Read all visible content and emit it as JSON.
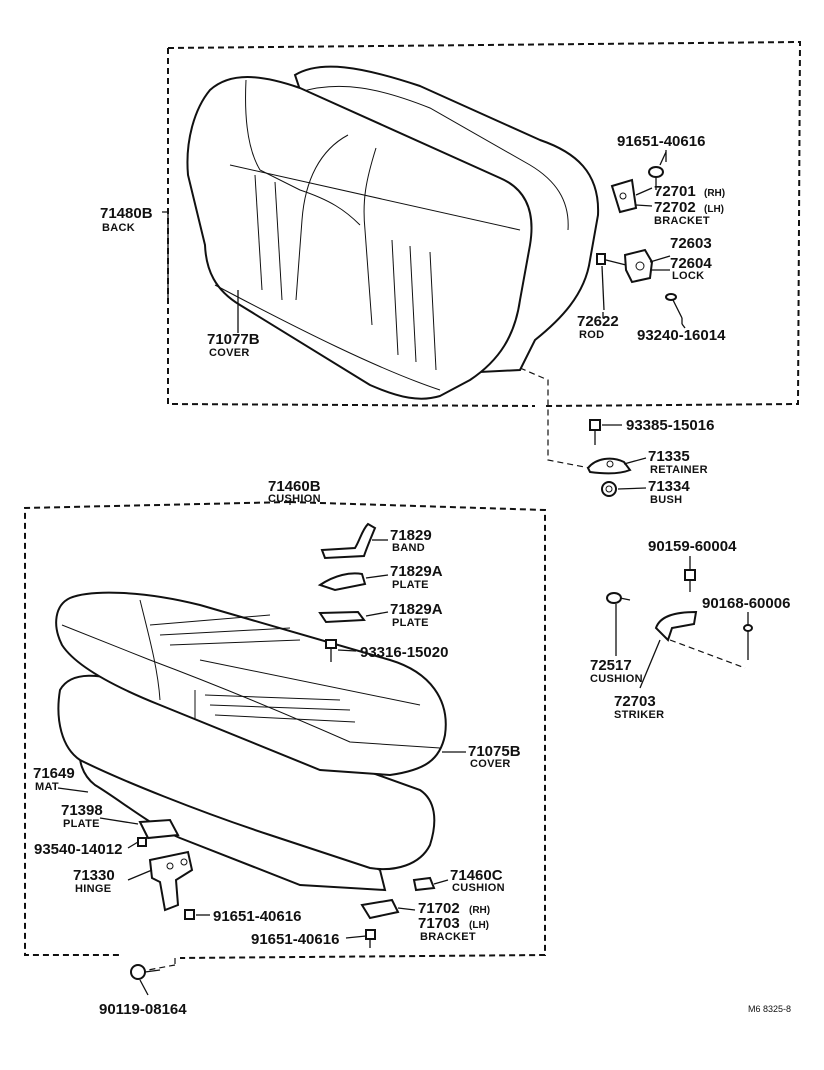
{
  "reference_code": "M6 8325-8",
  "parts": {
    "back_assy": {
      "number": "71480B",
      "name": "BACK"
    },
    "back_cover": {
      "number": "71077B",
      "name": "COVER"
    },
    "screw_top": {
      "number": "91651-40616"
    },
    "bracket_back": {
      "number_rh": "72701",
      "side_rh": "(RH)",
      "number_lh": "72702",
      "side_lh": "(LH)",
      "name": "BRACKET"
    },
    "lock": {
      "number_a": "72603",
      "number_b": "72604",
      "name": "LOCK"
    },
    "rod": {
      "number": "72622",
      "name": "ROD"
    },
    "screw_lock": {
      "number": "93240-16014"
    },
    "screw_retainer": {
      "number": "93385-15016"
    },
    "retainer": {
      "number": "71335",
      "name": "RETAINER"
    },
    "bush": {
      "number": "71334",
      "name": "BUSH"
    },
    "cushion_assy": {
      "number": "71460B",
      "name": "CUSHION"
    },
    "band": {
      "number": "71829",
      "name": "BAND"
    },
    "plate_a1": {
      "number": "71829A",
      "name": "PLATE"
    },
    "plate_a2": {
      "number": "71829A",
      "name": "PLATE"
    },
    "screw_plate": {
      "number": "93316-15020"
    },
    "cushion_cover": {
      "number": "71075B",
      "name": "COVER"
    },
    "mat": {
      "number": "71649",
      "name": "MAT"
    },
    "plate_hinge": {
      "number": "71398",
      "name": "PLATE"
    },
    "screw_hinge_plate": {
      "number": "93540-14012"
    },
    "hinge": {
      "number": "71330",
      "name": "HINGE"
    },
    "screw_hinge_a": {
      "number": "91651-40616"
    },
    "screw_hinge_b": {
      "number": "91651-40616"
    },
    "cushion_small": {
      "number": "71460C",
      "name": "CUSHION"
    },
    "bracket_cushion": {
      "number_rh": "71702",
      "side_rh": "(RH)",
      "number_lh": "71703",
      "side_lh": "(LH)",
      "name": "BRACKET"
    },
    "bolt_bottom": {
      "number": "90119-08164"
    },
    "bolt_striker_a": {
      "number": "90159-60004"
    },
    "bolt_striker_b": {
      "number": "90168-60006"
    },
    "cushion_striker": {
      "number": "72517",
      "name": "CUSHION"
    },
    "striker": {
      "number": "72703",
      "name": "STRIKER"
    }
  }
}
